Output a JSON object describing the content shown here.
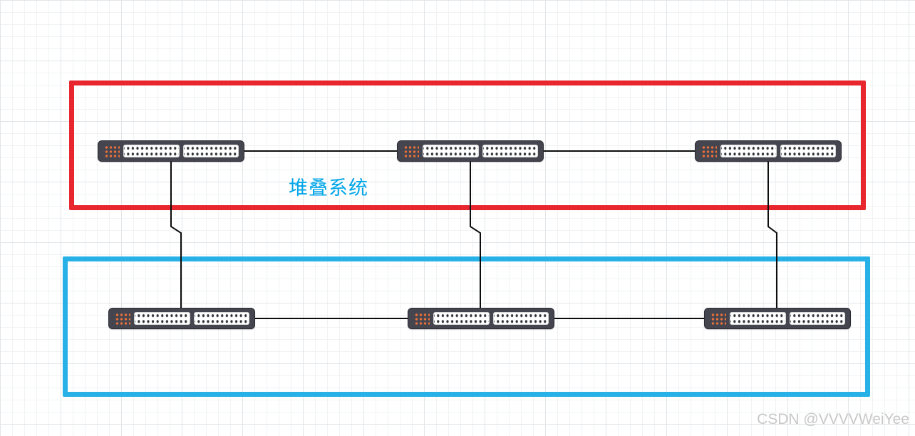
{
  "page": {
    "label": "堆叠系统",
    "watermark": "CSDN @VVVVWeiYee"
  },
  "colors": {
    "stack_frame": "#e8262d",
    "lower_frame": "#27b1e6",
    "label_text": "#00a6e8",
    "connector": "#0d0d0d",
    "switch_body": "#45454f",
    "switch_led": "#e8703a",
    "switch_port_panel": "#ffffff",
    "watermark_text": "#c8c8c8",
    "grid_minor": "#f0f2f4",
    "grid_major": "#e2e6e9"
  },
  "diagram": {
    "type": "network-topology",
    "groups": [
      {
        "name": "stack-system",
        "frame_color": "#e8262d",
        "label": "堆叠系统",
        "switch_count": 3
      },
      {
        "name": "lower-group",
        "frame_color": "#27b1e6",
        "label": "",
        "switch_count": 3
      }
    ],
    "nodes": [
      {
        "id": "switch-top-1",
        "icon": "network-switch-icon",
        "row": "top"
      },
      {
        "id": "switch-top-2",
        "icon": "network-switch-icon",
        "row": "top"
      },
      {
        "id": "switch-top-3",
        "icon": "network-switch-icon",
        "row": "top"
      },
      {
        "id": "switch-bottom-1",
        "icon": "network-switch-icon",
        "row": "bottom"
      },
      {
        "id": "switch-bottom-2",
        "icon": "network-switch-icon",
        "row": "bottom"
      },
      {
        "id": "switch-bottom-3",
        "icon": "network-switch-icon",
        "row": "bottom"
      }
    ],
    "links": [
      {
        "from": "switch-top-1",
        "to": "switch-top-2"
      },
      {
        "from": "switch-top-2",
        "to": "switch-top-3"
      },
      {
        "from": "switch-bottom-1",
        "to": "switch-bottom-2"
      },
      {
        "from": "switch-bottom-2",
        "to": "switch-bottom-3"
      },
      {
        "from": "switch-top-1",
        "to": "switch-bottom-1"
      },
      {
        "from": "switch-top-2",
        "to": "switch-bottom-2"
      },
      {
        "from": "switch-top-3",
        "to": "switch-bottom-3"
      }
    ]
  }
}
